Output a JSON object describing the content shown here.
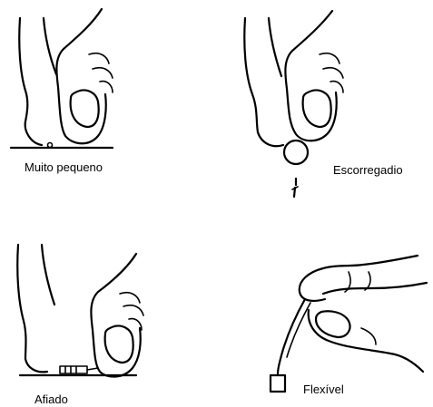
{
  "panels": [
    {
      "label": "Muito pequeno",
      "icon": "fingers-small-object-icon"
    },
    {
      "label": "Escorregadio",
      "icon": "fingers-slippery-ball-icon"
    },
    {
      "label": "Afiado",
      "icon": "fingers-sharp-object-icon"
    },
    {
      "label": "Flexível",
      "icon": "hand-flexible-cable-icon"
    }
  ]
}
